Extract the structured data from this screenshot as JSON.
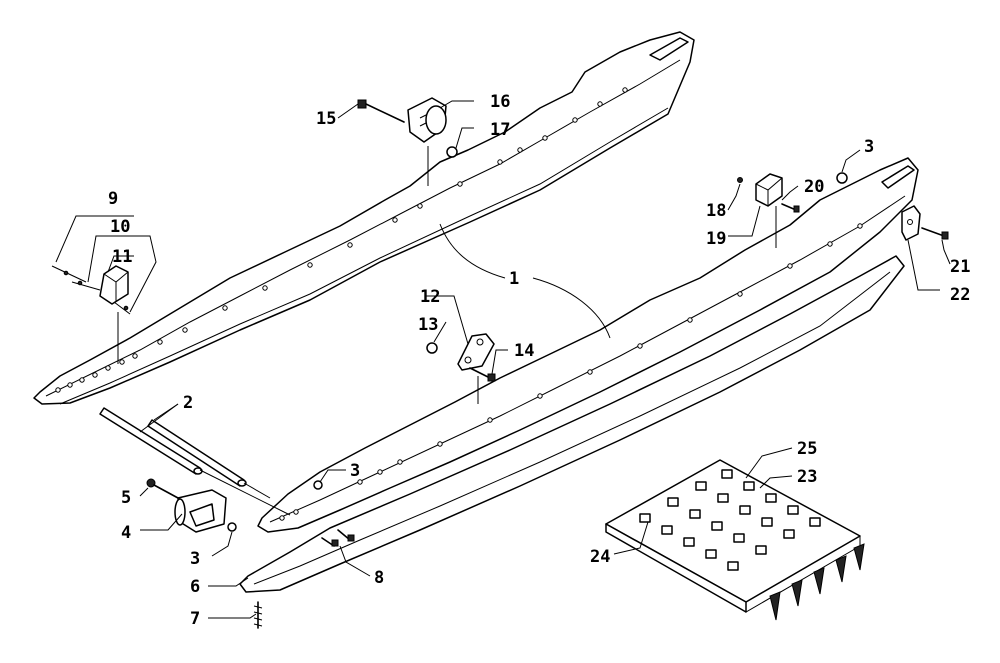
{
  "callouts": {
    "c1": "1",
    "c2": "2",
    "c3a": "3",
    "c3b": "3",
    "c3c": "3",
    "c4": "4",
    "c5": "5",
    "c6": "6",
    "c7": "7",
    "c8": "8",
    "c9": "9",
    "c10": "10",
    "c11": "11",
    "c12": "12",
    "c13": "13",
    "c14": "14",
    "c15": "15",
    "c16": "16",
    "c17": "17",
    "c18": "18",
    "c19": "19",
    "c20": "20",
    "c21": "21",
    "c22": "22",
    "c23": "23",
    "c24": "24",
    "c25": "25"
  }
}
